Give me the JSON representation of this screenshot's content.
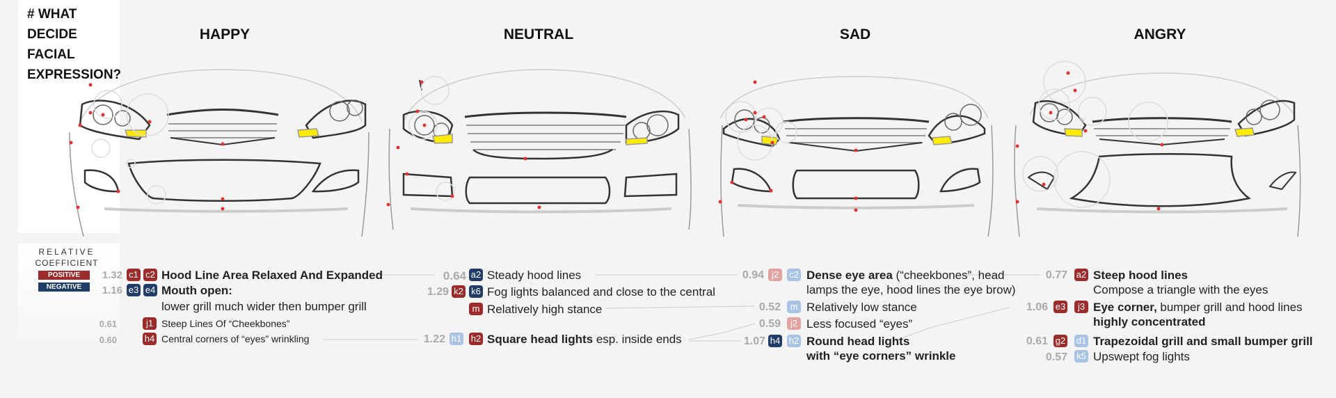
{
  "title_lines": [
    "# WHAT",
    "DECIDE",
    "FACIAL",
    "EXPRESSION?"
  ],
  "faces": [
    "HAPPY",
    "NEUTRAL",
    "SAD",
    "ANGRY"
  ],
  "legend": {
    "line1": "RELATIVE",
    "line2": "COEFFICIENT",
    "positive": "POSITIVE",
    "negative": "NEGATIVE"
  },
  "colors": {
    "positive": "#9c2b2b",
    "negative": "#1f3d66",
    "positive_light": "#e3a3a3",
    "negative_light": "#a9c3e4",
    "headlight": "#ffec00"
  },
  "happy": {
    "r1": {
      "coef": "1.32",
      "b1": "c1",
      "b2": "c2",
      "text": "Hood Line Area Relaxed And Expanded"
    },
    "r2": {
      "coef": "1.16",
      "b1": "e3",
      "b2": "e4",
      "bold": "Mouth open:",
      "text2": "lower grill much wider then bumper grill"
    },
    "r3": {
      "coef": "0.61",
      "b1": "j1",
      "text": "Steep Lines Of “Cheekbones”"
    },
    "r4": {
      "coef": "0.60",
      "b1": "h4",
      "text": "Central corners of “eyes” wrinkling"
    }
  },
  "neutral": {
    "r1": {
      "coef": "0.64",
      "b1": "a2",
      "text": "Steady hood lines"
    },
    "r2": {
      "coef": "1.29",
      "b1": "k2",
      "b2": "k6",
      "text": "Fog lights balanced and close to the central"
    },
    "r3": {
      "b1": "m",
      "text": "Relatively high stance"
    },
    "r4": {
      "coef": "1.22",
      "b1": "h1",
      "b2": "h2",
      "bold": "Square head lights",
      "text": " esp. inside ends"
    }
  },
  "sad": {
    "r1": {
      "coef": "0.94",
      "b1": "j2",
      "b2": "c2",
      "bold": "Dense eye area",
      "text": " (“cheekbones”, head",
      "text2": "lamps the eye, hood lines the eye brow)"
    },
    "r2": {
      "coef": "0.52",
      "b1": "m",
      "text": "Relatively low stance"
    },
    "r3": {
      "coef": "0.59",
      "b1": "j2",
      "text": "Less focused “eyes”"
    },
    "r4": {
      "coef": "1.07",
      "b1": "h4",
      "b2": "h2",
      "bold": "Round head lights",
      "bold2": "with “eye corners” wrinkle"
    }
  },
  "angry": {
    "r1": {
      "coef": "0.77",
      "b1": "a2",
      "bold": "Steep hood lines",
      "text2": "Compose a triangle with the eyes"
    },
    "r2": {
      "coef": "1.06",
      "b1": "e3",
      "b2": "j3",
      "bold": "Eye corner,",
      "text": " bumper grill and hood lines",
      "bold2": "highly concentrated"
    },
    "r3": {
      "coef": "0.61",
      "b1": "g2",
      "b2": "d1",
      "bold": "Trapezoidal grill and small bumper grill"
    },
    "r4": {
      "coef": "0.57",
      "b1": "k5",
      "text": "Upswept fog lights"
    }
  }
}
